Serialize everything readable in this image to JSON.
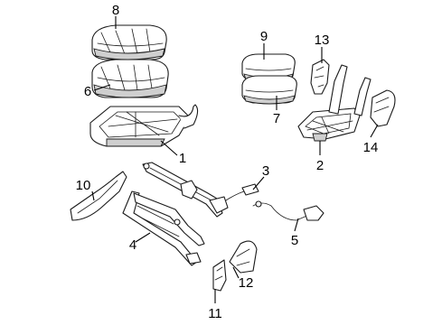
{
  "callouts": [
    {
      "id": "1",
      "label": "1"
    },
    {
      "id": "2",
      "label": "2"
    },
    {
      "id": "3",
      "label": "3"
    },
    {
      "id": "4",
      "label": "4"
    },
    {
      "id": "5",
      "label": "5"
    },
    {
      "id": "6",
      "label": "6"
    },
    {
      "id": "7",
      "label": "7"
    },
    {
      "id": "8",
      "label": "8"
    },
    {
      "id": "9",
      "label": "9"
    },
    {
      "id": "10",
      "label": "10"
    },
    {
      "id": "11",
      "label": "11"
    },
    {
      "id": "12",
      "label": "12"
    },
    {
      "id": "13",
      "label": "13"
    },
    {
      "id": "14",
      "label": "14"
    }
  ],
  "colors": {
    "line": "#1a1a1a",
    "shade": "#cfcfcf",
    "background": "#ffffff"
  }
}
